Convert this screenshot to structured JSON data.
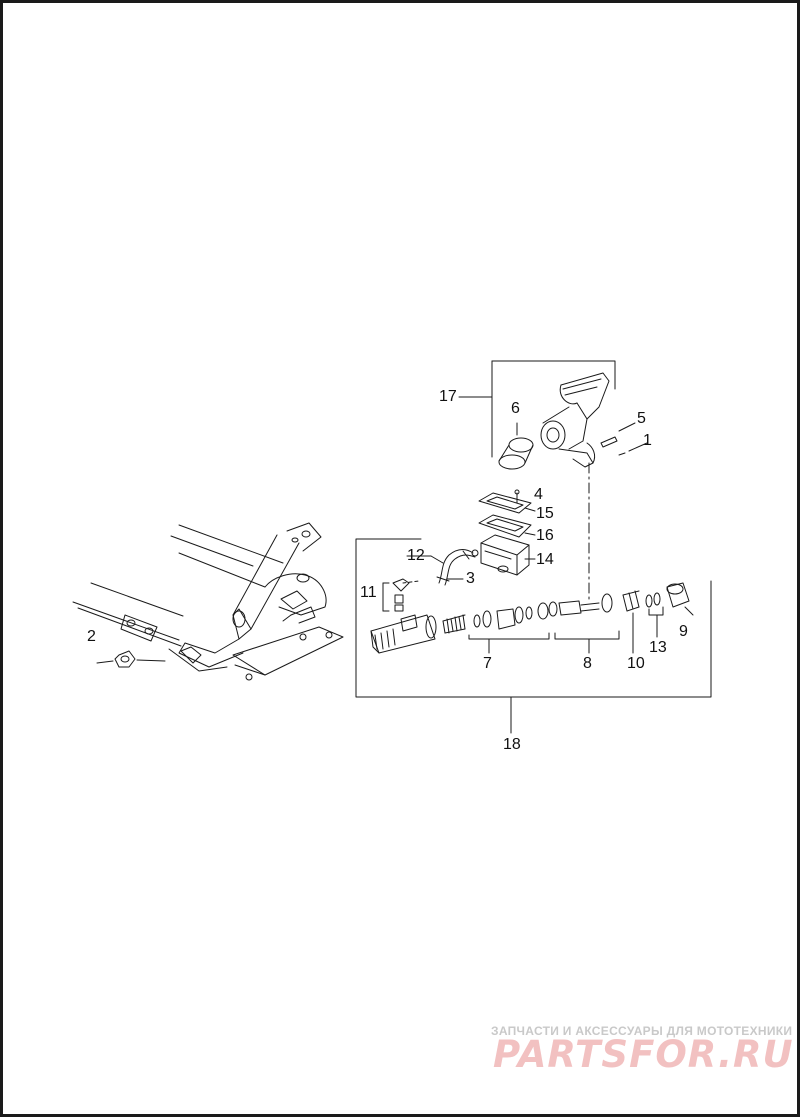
{
  "diagram": {
    "callouts": {
      "c1": "1",
      "c2": "2",
      "c3": "3",
      "c4": "4",
      "c5": "5",
      "c6": "6",
      "c7": "7",
      "c8": "8",
      "c9": "9",
      "c10": "10",
      "c11": "11",
      "c12": "12",
      "c13": "13",
      "c14": "14",
      "c15": "15",
      "c16": "16",
      "c17": "17",
      "c18": "18"
    },
    "line_color": "#1a1a1a"
  },
  "watermark": {
    "tagline": "ЗАПЧАСТИ И АКСЕССУАРЫ ДЛЯ МОТОТЕХНИКИ",
    "brand": "PARTSFOR.RU",
    "tagline_color": "#c9c9c9",
    "brand_color": "#f2c1c1"
  }
}
